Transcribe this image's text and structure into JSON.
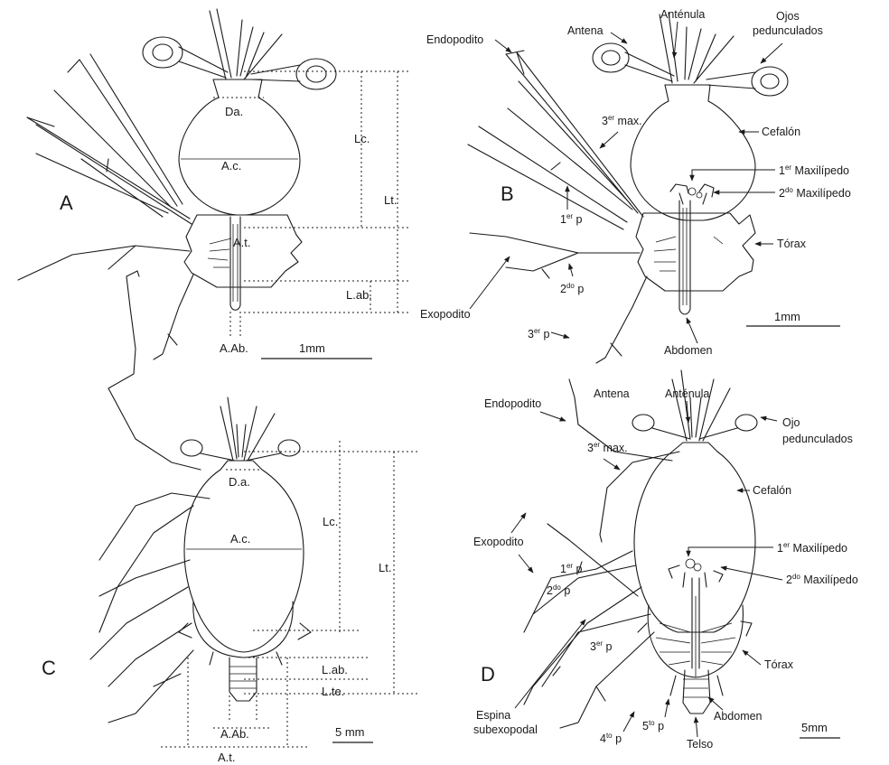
{
  "panels": {
    "A": {
      "letter": "A",
      "dims": {
        "da": "Da.",
        "ac": "A.c.",
        "at": "A.t.",
        "lc": "Lc.",
        "lt": "Lt.",
        "lab": "L.ab.",
        "aab": "A.Ab."
      },
      "scale": "1mm"
    },
    "B": {
      "letter": "B",
      "labels": {
        "endopodito": "Endopodito",
        "antena": "Antena",
        "antenula": "Anténula",
        "ojos_1": "Ojos",
        "ojos_2": "pedunculados",
        "max3": "3",
        "max3_sup": "er",
        "max3_rest": " max.",
        "cefalon": "Cefalón",
        "maxi1": "1",
        "maxi1_sup": "er",
        "maxi1_rest": " Maxilípedo",
        "maxi2": "2",
        "maxi2_sup": "do",
        "maxi2_rest": " Maxilípedo",
        "p1": "1",
        "p1_sup": "er",
        "p1_rest": " p",
        "torax": "Tórax",
        "p2": "2",
        "p2_sup": "do",
        "p2_rest": " p",
        "exopodito": "Exopodito",
        "p3": "3",
        "p3_sup": "er",
        "p3_rest": " p",
        "abdomen": "Abdomen"
      },
      "scale": "1mm"
    },
    "C": {
      "letter": "C",
      "dims": {
        "da": "D.a.",
        "ac": "A.c.",
        "lc": "Lc.",
        "lt": "Lt.",
        "lab": "L.ab.",
        "lte": "L.te.",
        "aab": "A.Ab.",
        "at": "A.t."
      },
      "scale": "5 mm"
    },
    "D": {
      "letter": "D",
      "labels": {
        "endopodito": "Endopodito",
        "antena": "Antena",
        "antenula": "Anténula",
        "ojo_1": "Ojo",
        "ojo_2": "pedunculados",
        "max3": "3",
        "max3_sup": "er",
        "max3_rest": " max.",
        "cefalon": "Cefalón",
        "exopodito": "Exopodito",
        "maxi1": "1",
        "maxi1_sup": "er",
        "maxi1_rest": " Maxilípedo",
        "p1": "1",
        "p1_sup": "er",
        "p1_rest": " p",
        "maxi2": "2",
        "maxi2_sup": "do",
        "maxi2_rest": " Maxilípedo",
        "p2": "2",
        "p2_sup": "do",
        "p2_rest": " p",
        "p3": "3",
        "p3_sup": "er",
        "p3_rest": " p",
        "torax": "Tórax",
        "espina_1": "Espina",
        "espina_2": "subexopodal",
        "abdomen": "Abdomen",
        "p4": "4",
        "p4_sup": "to",
        "p4_rest": " p",
        "p5": "5",
        "p5_sup": "to",
        "p5_rest": " p",
        "telso": "Telso"
      },
      "scale": "5mm"
    }
  }
}
